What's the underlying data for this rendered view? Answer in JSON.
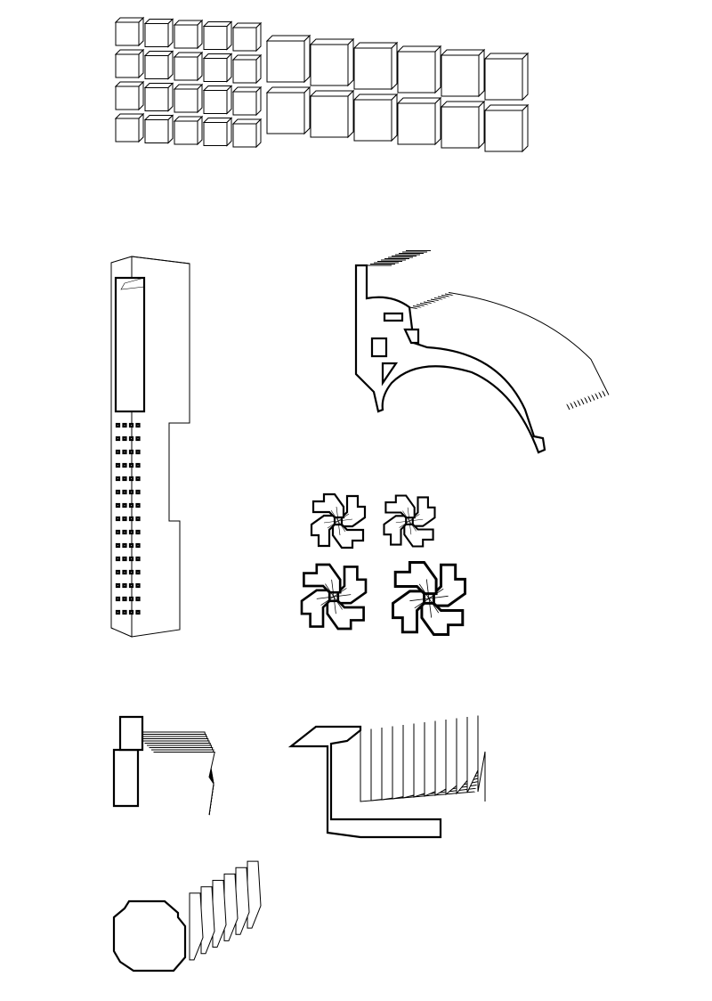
{
  "colors": {
    "background": "#ffffff",
    "line": "#000000"
  },
  "drawings": [
    {
      "id": "tile-wall",
      "rows_small": 4,
      "cols_small": 5,
      "rows_large": 2,
      "cols_large": 6
    },
    {
      "id": "tower"
    },
    {
      "id": "curved-cornice"
    },
    {
      "id": "cross-profile-cluster",
      "count": 4
    },
    {
      "id": "corner-profile"
    },
    {
      "id": "l-profile"
    },
    {
      "id": "octagonal-extrusion"
    }
  ]
}
